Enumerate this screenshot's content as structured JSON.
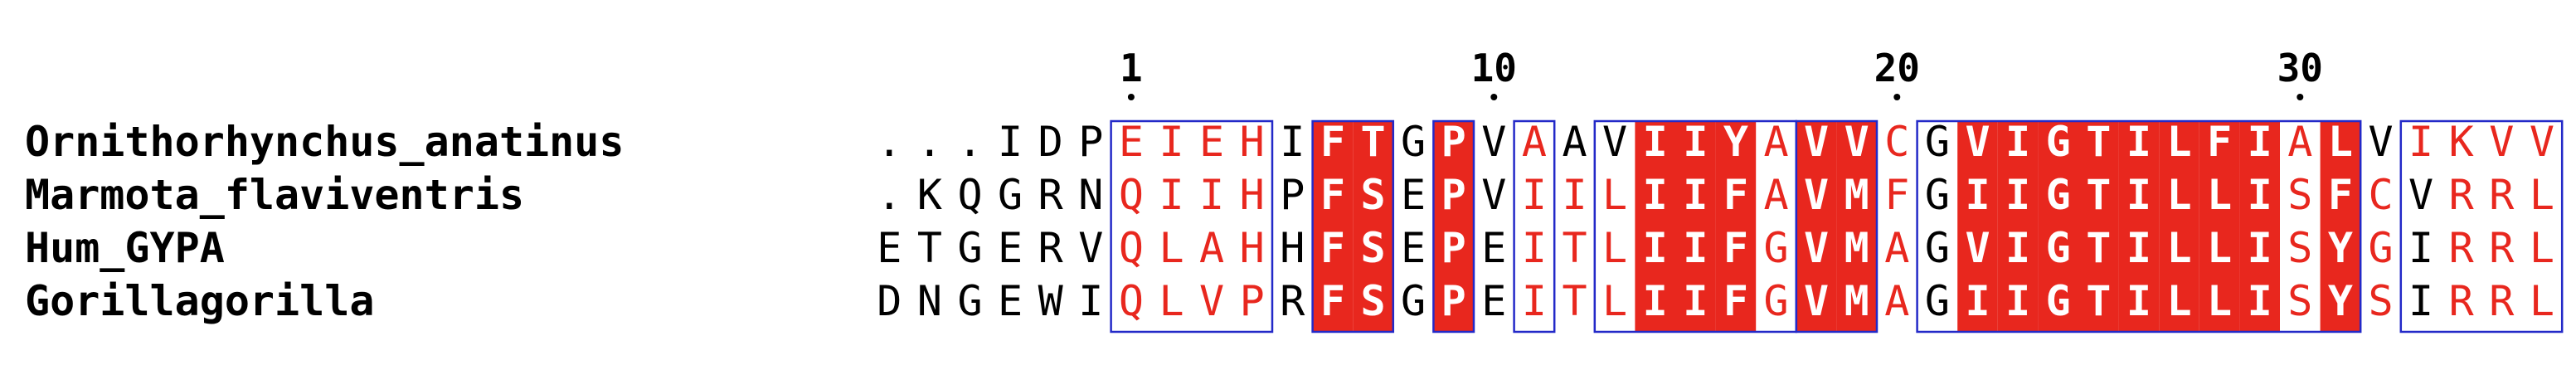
{
  "alignment": {
    "ruler": [
      {
        "label": "1",
        "column": 7
      },
      {
        "label": "10",
        "column": 16
      },
      {
        "label": "20",
        "column": 26
      },
      {
        "label": "30",
        "column": 36
      }
    ],
    "sequences": [
      {
        "name": "Ornithorhynchus_anatinus",
        "residues": "...IDPEIEHIFTGPVAAVIIYAVVCGVIGTILFIALVIKVV"
      },
      {
        "name": "Marmota_flaviventris",
        "residues": ".KQGRNQIIHPFSEPVIILIIFAVMFGIIGTILLISFCVRRL"
      },
      {
        "name": "Hum_GYPA",
        "residues": "ETGERVQLAHHFSEPEITLIIFGVMAGVIGTILLISYGIRRL"
      },
      {
        "name": "Gorillagorilla",
        "residues": "DNGEWIQLVPRFSGPEITLIIFGVMAGIIGTILLISYSIRRL"
      }
    ],
    "red_columns": [
      12,
      13,
      15,
      20,
      21,
      22,
      24,
      25,
      28,
      29,
      30,
      31,
      32,
      33,
      34,
      35,
      37
    ],
    "similar_red_cells": [
      [
        7,
        8,
        9,
        10,
        17,
        23,
        26,
        36,
        39,
        40,
        41,
        42
      ],
      [
        7,
        8,
        9,
        10,
        17,
        18,
        19,
        23,
        26,
        36,
        37,
        38,
        40,
        41,
        42
      ],
      [
        7,
        8,
        9,
        10,
        17,
        18,
        19,
        23,
        26,
        36,
        37,
        38,
        40,
        41,
        42
      ],
      [
        7,
        8,
        9,
        10,
        17,
        18,
        19,
        23,
        26,
        36,
        37,
        38,
        40,
        41,
        42
      ]
    ],
    "blocks": [
      [
        7,
        10
      ],
      [
        12,
        13
      ],
      [
        15,
        15
      ],
      [
        17,
        17
      ],
      [
        19,
        23
      ],
      [
        24,
        25
      ],
      [
        27,
        37
      ],
      [
        39,
        42
      ]
    ],
    "colors": {
      "identical_bg": "#e8271e",
      "identical_text": "#ffffff",
      "similar_text": "#e8271e",
      "other_text": "#000000",
      "block_border": "#2329c8"
    }
  }
}
